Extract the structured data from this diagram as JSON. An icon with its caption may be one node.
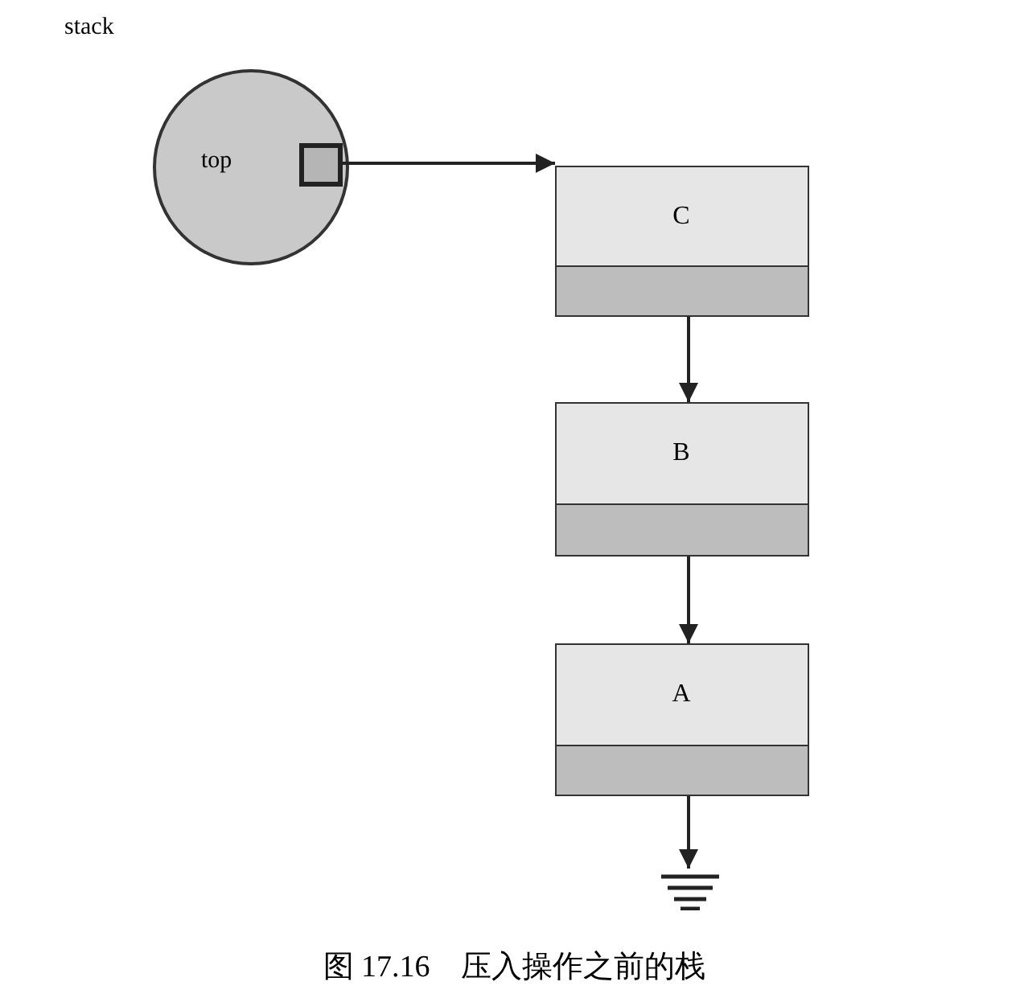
{
  "diagram": {
    "caption": "图 17.16　压入操作之前的栈",
    "nodes": [
      {
        "text": [
          "stack"
        ]
      },
      {
        "text": [],
        "shape": "box",
        "in": 0,
        "beside": [
          "top"
        ]
      },
      {
        "text": [
          "C"
        ]
      },
      {
        "text": [],
        "shape": "box",
        "in": 2
      },
      {
        "text": [
          "B"
        ]
      },
      {
        "text": [],
        "shape": "box",
        "in": 4
      },
      {
        "text": [
          "A"
        ]
      },
      {
        "text": [],
        "shape": "box",
        "in": 6
      },
      {
        "text": [],
        "shape": "ground"
      }
    ],
    "edges": [
      {
        "from": 1,
        "to": 2,
        "arrow": "to"
      },
      {
        "from": 3,
        "to": 4,
        "arrow": "to"
      },
      {
        "from": 5,
        "to": 6,
        "arrow": "to"
      },
      {
        "from": 7,
        "to": 8,
        "arrow": "to"
      }
    ]
  }
}
